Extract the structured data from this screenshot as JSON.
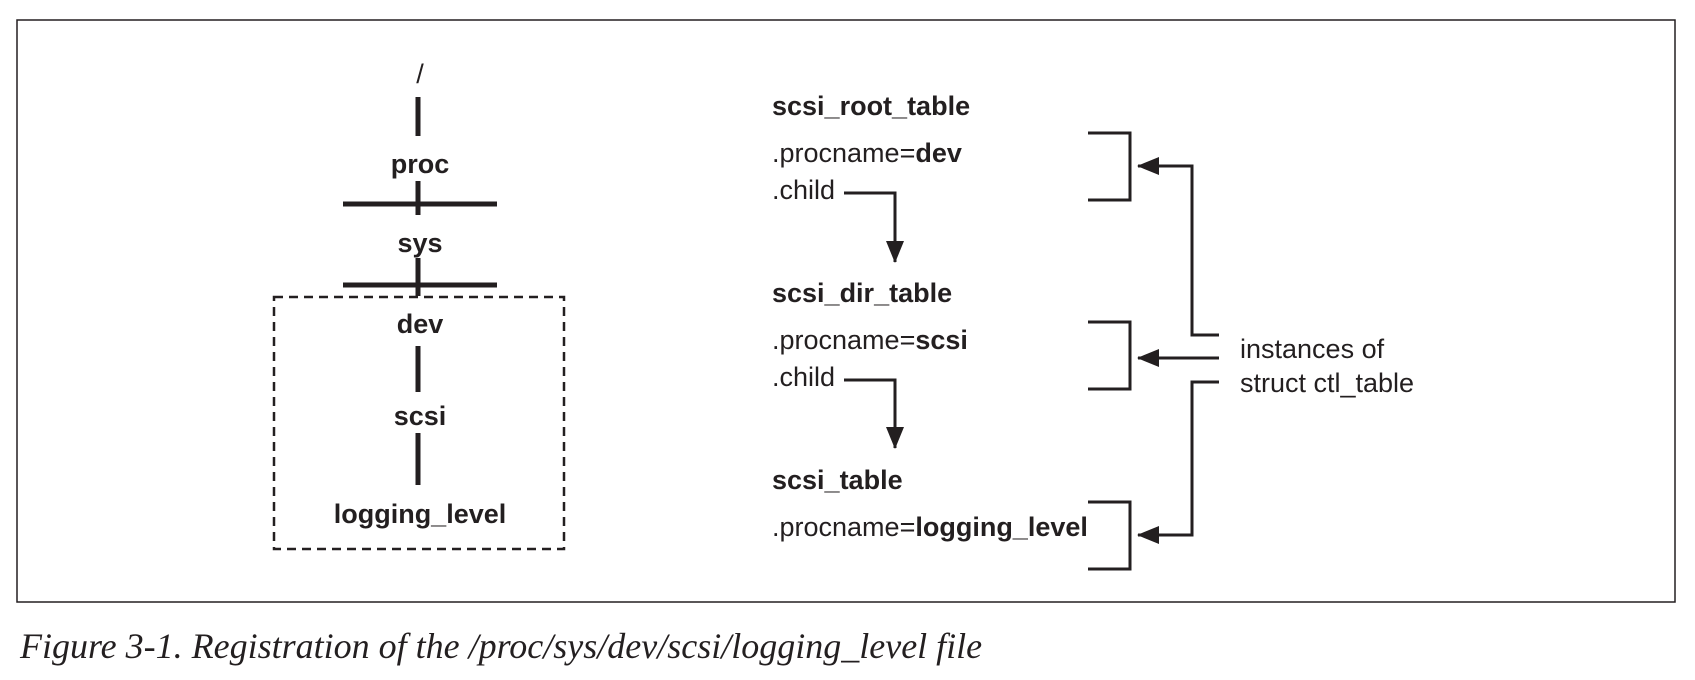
{
  "tree": {
    "nodes": [
      "/",
      "proc",
      "sys",
      "dev",
      "scsi",
      "logging_level"
    ]
  },
  "tables": [
    {
      "name": "scsi_root_table",
      "procname_prefix": ".procname=",
      "procname_value": "dev",
      "child": ".child"
    },
    {
      "name": "scsi_dir_table",
      "procname_prefix": ".procname=",
      "procname_value": "scsi",
      "child": ".child"
    },
    {
      "name": "scsi_table",
      "procname_prefix": ".procname=",
      "procname_value": "logging_level"
    }
  ],
  "annotation": {
    "line1": "instances of",
    "line2": "struct ctl_table"
  },
  "caption": "Figure 3-1. Registration of the /proc/sys/dev/scsi/logging_level file"
}
